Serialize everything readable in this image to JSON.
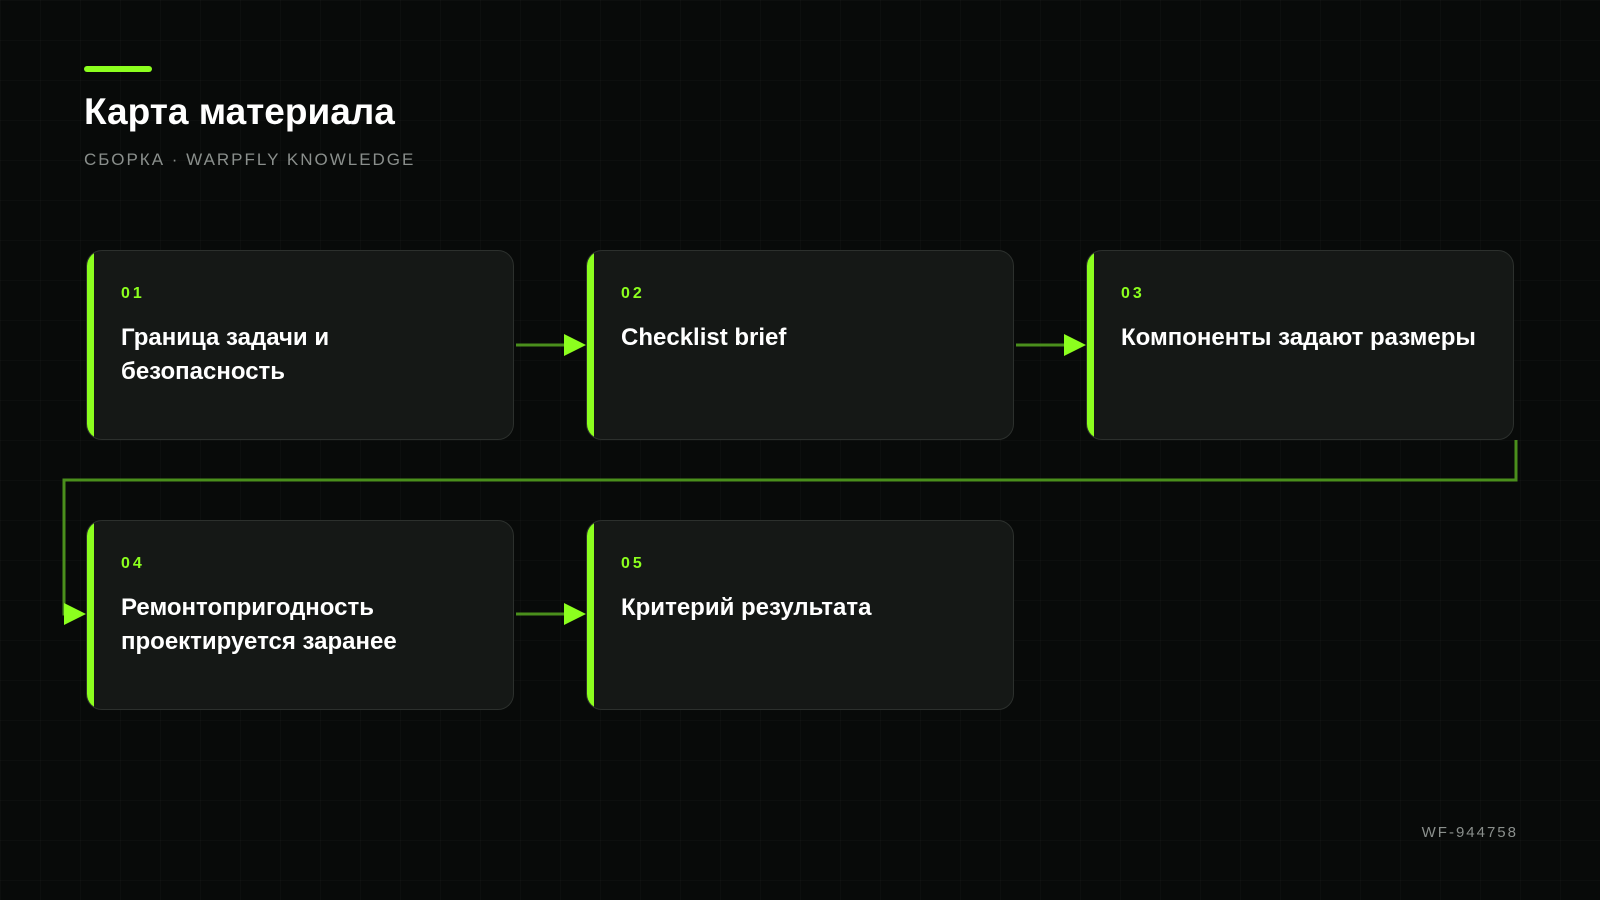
{
  "header": {
    "title": "Карта материала",
    "subtitle": "СБОРКА · WARPFLY KNOWLEDGE"
  },
  "steps": [
    {
      "number": "01",
      "title": "Граница задачи и безопасность"
    },
    {
      "number": "02",
      "title": "Checklist brief"
    },
    {
      "number": "03",
      "title": "Компоненты задают размеры"
    },
    {
      "number": "04",
      "title": "Ремонтопригодность проектируется заранее"
    },
    {
      "number": "05",
      "title": "Критерий результата"
    }
  ],
  "footer": {
    "doc_id": "WF-944758"
  },
  "colors": {
    "accent": "#8cff1e",
    "background": "#080a09",
    "card": "#151816",
    "connector": "#4a8f1c"
  }
}
